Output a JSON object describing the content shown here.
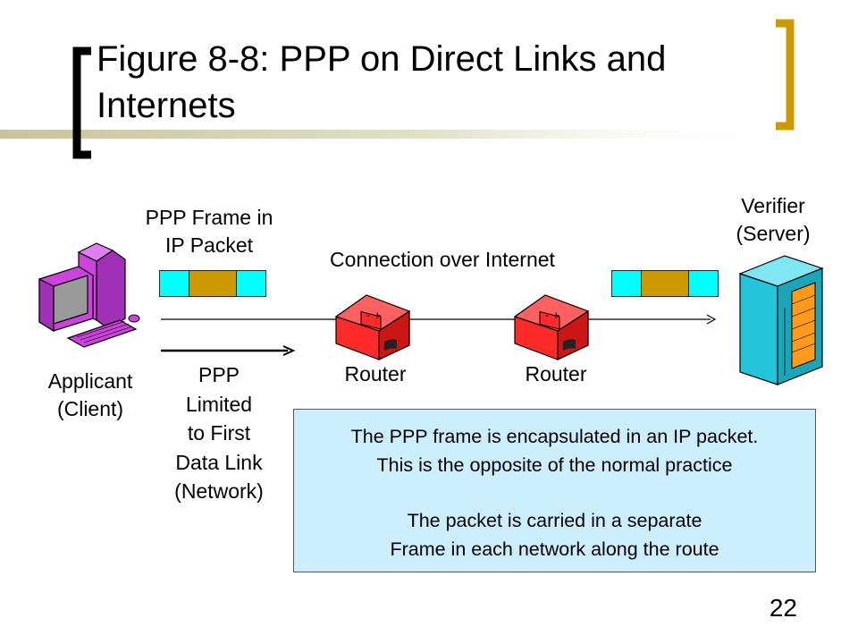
{
  "slide": {
    "title_line1": "Figure 8-8: PPP on Direct Links and",
    "title_line2": "Internets",
    "page_number": "22"
  },
  "labels": {
    "ppp_frame_line1": "PPP Frame in",
    "ppp_frame_line2": "IP Packet",
    "connection": "Connection over Internet",
    "verifier_line1": "Verifier",
    "verifier_line2": "(Server)",
    "applicant_line1": "Applicant",
    "applicant_line2": "(Client)",
    "router_1": "Router",
    "router_2": "Router",
    "ppp_limited_line1": "PPP",
    "ppp_limited_line2": "Limited",
    "ppp_limited_line3": "to First",
    "ppp_limited_line4": "Data Link",
    "ppp_limited_line5": "(Network)"
  },
  "note": {
    "line1": "The PPP frame is encapsulated in an IP packet.",
    "line2": "This is the opposite of the normal practice",
    "line3": "The packet is carried in a separate",
    "line4": "Frame in each network along the route"
  },
  "icons": {
    "client": "desktop-computer-icon",
    "server": "server-tower-icon",
    "router": "router-icon"
  },
  "colors": {
    "frame_edge": "#00ffff",
    "frame_body": "#cc9900",
    "note_bg": "#cceeff",
    "accent_gold": "#cc9900",
    "router_red": "#ff2a2a",
    "computer_purple": "#cc44dd",
    "server_cyan": "#22c5d9"
  }
}
